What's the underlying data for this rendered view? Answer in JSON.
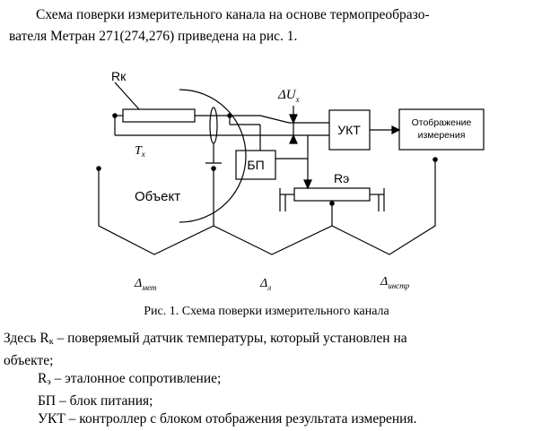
{
  "intro": {
    "line1": "Схема поверки измерительного канала на основе термопреобразо-",
    "line2": "вателя Метран 271(274,276) приведена на рис. 1."
  },
  "diagram": {
    "label_rk": "Rк",
    "label_du": "ΔU",
    "label_du_sub": "x",
    "label_tx": "T",
    "label_tx_sub": "x",
    "label_object": "Объект",
    "label_bp": "БП",
    "label_ukt": "УКТ",
    "label_display_1": "Отображение",
    "label_display_2": "измерения",
    "label_re": "Rэ",
    "delta_met": "Δ",
    "delta_met_sub": "мет",
    "delta_l": "Δ",
    "delta_l_sub": "л",
    "delta_instr": "Δ",
    "delta_instr_sub": "инстр"
  },
  "caption": "Рис. 1. Схема поверки измерительного канала",
  "legend": {
    "rk_symbol": "R",
    "rk_sub": "к",
    "rk_text": " – поверяемый датчик температуры, который установлен на",
    "rk_text2": "объекте;",
    "prefix": "Здесь ",
    "re_symbol": "R",
    "re_sub": "э",
    "re_text": " – эталонное сопротивление;",
    "bp_text": "БП – блок питания;",
    "ukt_text": "УКТ – контроллер с блоком отображения результата измерения."
  }
}
